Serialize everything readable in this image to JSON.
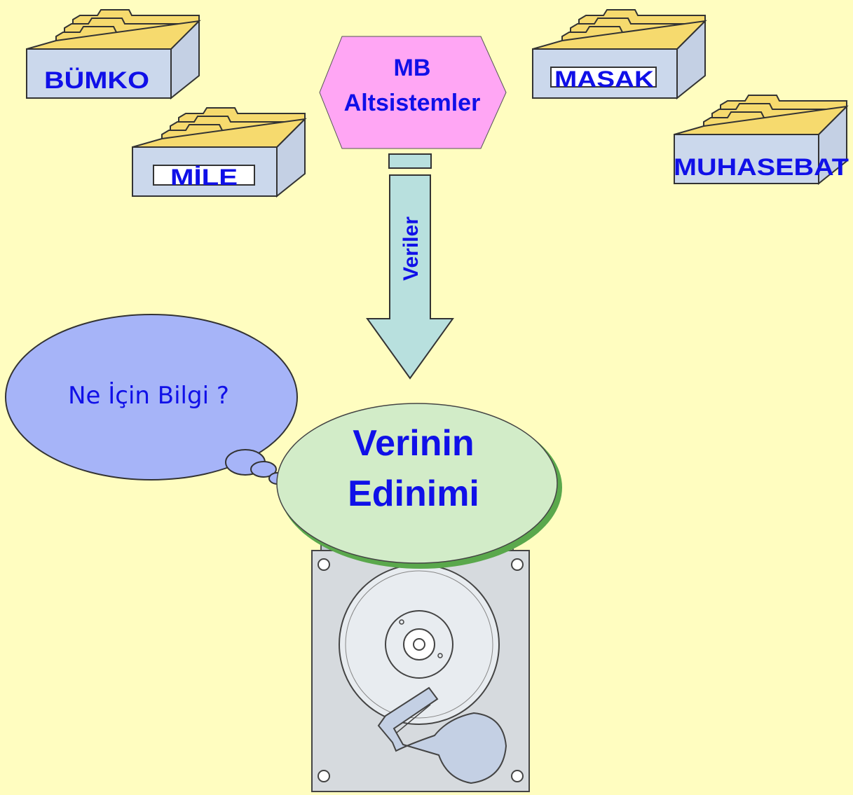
{
  "colors": {
    "background": "#FFFDC0",
    "label_text": "#1010E8",
    "folder_tab": "#F6DA6E",
    "box_face": "#CBD8EC",
    "hexagon": "#FFA6F4",
    "arrow": "#B8E0DE",
    "cloud": "#A6B4F8",
    "ellipse": "#D2ECC8",
    "drive": "#D6DADE"
  },
  "folders": {
    "bumko": "BÜMKO",
    "mile": "MİLE",
    "masak": "MASAK",
    "muhasebat": "MUHASEBAT"
  },
  "source": {
    "line1": "MB",
    "line2": "Altsistemler"
  },
  "arrow": {
    "label": "Veriler"
  },
  "thought": {
    "text": "Ne İçin Bilgi ?"
  },
  "process": {
    "line1": "Verinin",
    "line2": "Edinimi"
  },
  "icons": {
    "storage": "hard-disk-icon",
    "folder": "file-folder-box-icon"
  }
}
